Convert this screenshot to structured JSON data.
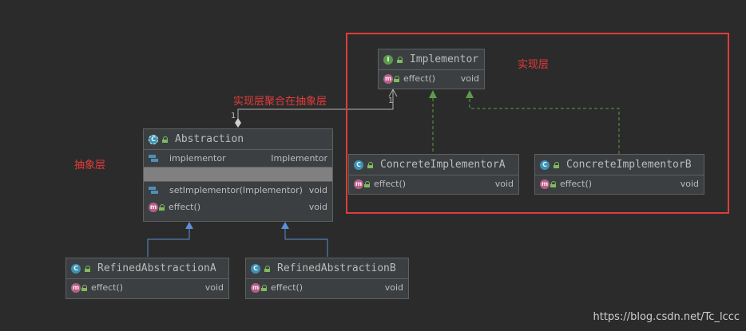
{
  "labels": {
    "impl_layer": "实现层",
    "abs_layer": "抽象层",
    "aggregation": "实现层聚合在抽象层"
  },
  "multiplicity": {
    "impl_end": "1",
    "abs_end": "1"
  },
  "watermark": "https://blog.csdn.net/Tc_lccc",
  "classes": {
    "implementor": {
      "title": "Implementor",
      "badge": "I",
      "methods": [
        {
          "name": "effect()",
          "type": "void"
        }
      ]
    },
    "concrete_a": {
      "title": "ConcreteImplementorA",
      "badge": "C",
      "methods": [
        {
          "name": "effect()",
          "type": "void"
        }
      ]
    },
    "concrete_b": {
      "title": "ConcreteImplementorB",
      "badge": "C",
      "methods": [
        {
          "name": "effect()",
          "type": "void"
        }
      ]
    },
    "abstraction": {
      "title": "Abstraction",
      "badge": "C",
      "fields": [
        {
          "name": "implementor",
          "type": "Implementor"
        }
      ],
      "methods": [
        {
          "name": "setImplementor(Implementor)",
          "type": "void"
        },
        {
          "name": "effect()",
          "type": "void"
        }
      ]
    },
    "refined_a": {
      "title": "RefinedAbstractionA",
      "badge": "C",
      "methods": [
        {
          "name": "effect()",
          "type": "void"
        }
      ]
    },
    "refined_b": {
      "title": "RefinedAbstractionB",
      "badge": "C",
      "methods": [
        {
          "name": "effect()",
          "type": "void"
        }
      ]
    }
  },
  "icons": {
    "method_badge": "m"
  },
  "colors": {
    "background": "#2b2b2b",
    "highlight_box": "#e03c3c",
    "label_text": "#e53b3b",
    "realization_arrow": "#5d9b4a",
    "inheritance_arrow": "#5b8fd6"
  }
}
